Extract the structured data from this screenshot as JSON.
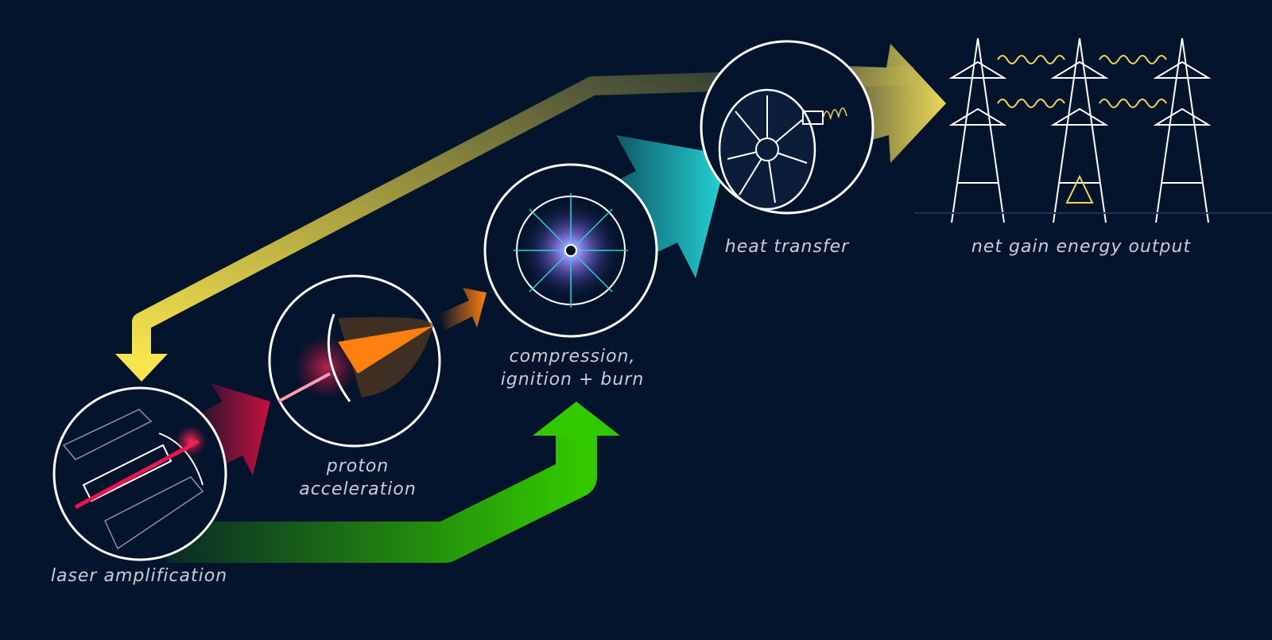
{
  "labels": {
    "laser": "laser amplification",
    "proton": "proton\nacceleration",
    "compression": "compression,\nignition + burn",
    "heat": "heat transfer",
    "output": "net gain energy output"
  },
  "colors": {
    "background": "#03142c",
    "feedback": "#f7e44f",
    "laser": "#c8103e",
    "proton": "#ff7f10",
    "compression": "#25d6d8",
    "output": "#ecd95a",
    "input": "#2fc200"
  }
}
